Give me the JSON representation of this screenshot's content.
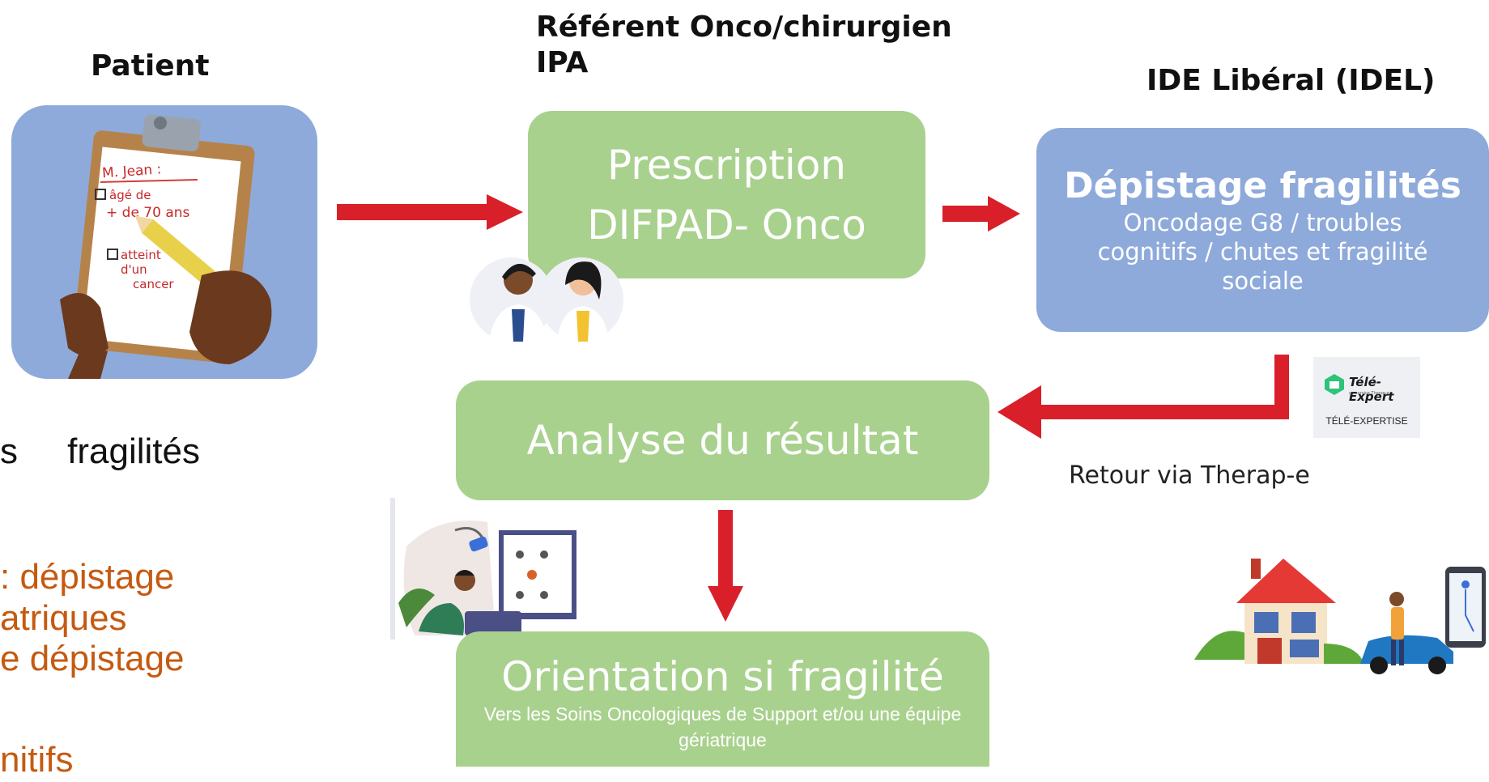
{
  "headers": {
    "patient": "Patient",
    "referent_line1": "Référent Onco/chirurgien",
    "referent_line2": "IPA",
    "idel": "IDE Libéral (IDEL)"
  },
  "clipboard": {
    "name": "M. Jean :",
    "item1_line1": "âgé de",
    "item1_line2": "+ de 70 ans",
    "item2_line1": "atteint",
    "item2_line2": "d'un",
    "item2_line3": "cancer"
  },
  "boxes": {
    "prescription_line1": "Prescription",
    "prescription_line2": "DIFPAD- Onco",
    "depistage_title": "Dépistage fragilités",
    "depistage_sub": "Oncodage G8 / troubles cognitifs / chutes et fragilité sociale",
    "analyse": "Analyse du résultat",
    "orientation_title": "Orientation si fragilité",
    "orientation_sub": "Vers les Soins Oncologiques de Support et/ou une équipe gériatrique"
  },
  "tele_expert": {
    "brand": "Télé-Expert",
    "tagline": "un service Therap-e",
    "caption": "TÉLÉ-EXPERTISE"
  },
  "retour": "Retour via Therap-e",
  "left_text": {
    "line1": "s     fragilités",
    "line2": ": dépistage",
    "line3": "atriques",
    "line4": "e dépistage",
    "line5": "nitifs"
  },
  "colors": {
    "green_box": "#a9d18e",
    "blue_box": "#8eaadb",
    "arrow_red": "#d9202a",
    "side_text_orange": "#c55a11"
  }
}
